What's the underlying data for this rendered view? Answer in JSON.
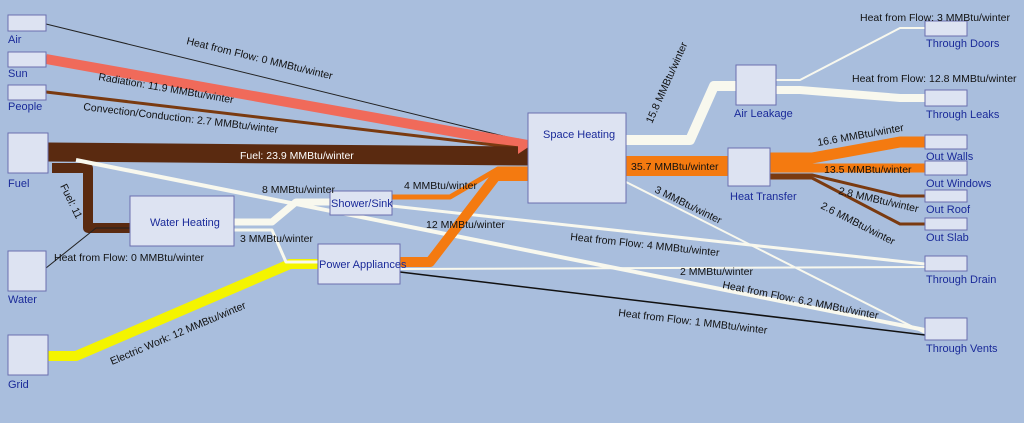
{
  "colors": {
    "background": "#a9bedd",
    "node_fill": "#dde3f2",
    "node_stroke": "#6a6fae",
    "label_blue": "#1a2a99",
    "heat_flow": "#f8f8ee",
    "radiation": "#f06a5a",
    "convection": "#7a3a10",
    "fuel": "#5a2a10",
    "electric": "#f4f400",
    "space_heat": "#f47a10",
    "thin_line": "#222222"
  },
  "nodes": {
    "air": "Air",
    "sun": "Sun",
    "people": "People",
    "fuel": "Fuel",
    "water": "Water",
    "grid": "Grid",
    "water_heating": "Water Heating",
    "shower_sink": "Shower/Sink",
    "power_appliances": "Power Appliances",
    "space_heating": "Space Heating",
    "air_leakage": "Air Leakage",
    "heat_transfer": "Heat Transfer",
    "through_doors": "Through Doors",
    "through_leaks": "Through Leaks",
    "out_walls": "Out Walls",
    "out_windows": "Out Windows",
    "out_roof": "Out Roof",
    "out_slab": "Out Slab",
    "through_drain": "Through Drain",
    "through_vents": "Through Vents"
  },
  "flows": {
    "air_heat": "Heat from Flow: 0 MMBtu/winter",
    "sun_radiation": "Radiation: 11.9 MMBtu/winter",
    "people_convection": "Convection/Conduction: 2.7 MMBtu/winter",
    "fuel_space": "Fuel: 23.9 MMBtu/winter",
    "fuel_water": "Fuel: 11",
    "water_heat": "Heat from Flow: 0 MMBtu/winter",
    "grid_electric": "Electric Work: 12 MMBtu/winter",
    "wh_shower": "8 MMBtu/winter",
    "wh_power": "3 MMBtu/winter",
    "shower_space": "4 MMBtu/winter",
    "power_space": "12 MMBtu/winter",
    "shower_drain": "Heat from Flow: 4 MMBtu/winter",
    "power_drain": "2 MMBtu/winter",
    "power_vents": "Heat from Flow: 1 MMBtu/winter",
    "wh_vents": "Heat from Flow: 6.2 MMBtu/winter",
    "space_leak": "15.8 MMBtu/winter",
    "space_transfer": "35.7 MMBtu/winter",
    "space_vents": "3 MMBtu/winter",
    "leak_doors": "Heat from Flow: 3 MMBtu/winter",
    "leak_leaks": "Heat from Flow: 12.8 MMBtu/winter",
    "out_walls": "16.6 MMBtu/winter",
    "out_windows": "13.5 MMBtu/winter",
    "out_roof": "2.8 MMBtu/winter",
    "out_slab": "2.6 MMBtu/winter"
  }
}
